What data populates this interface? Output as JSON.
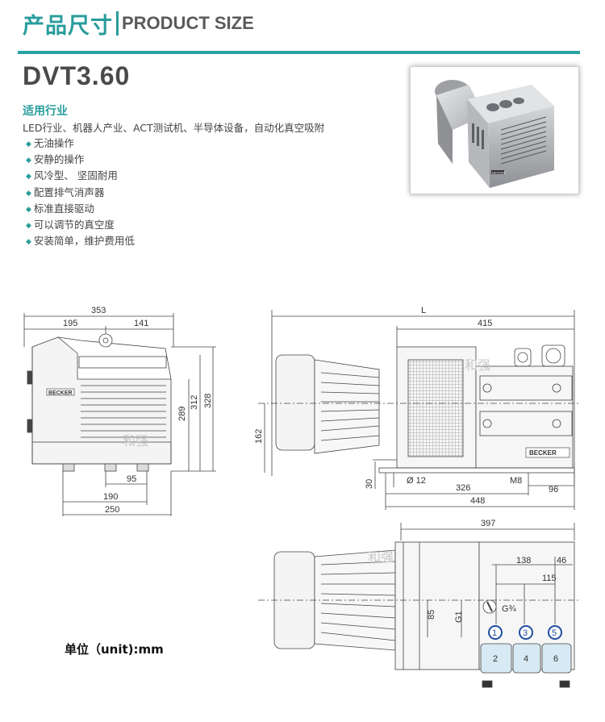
{
  "header": {
    "title_cn": "产品尺寸",
    "title_en": "PRODUCT SIZE"
  },
  "model": "DVT3.60",
  "industry": {
    "title": "适用行业",
    "text": "LED行业、机器人产业、ACT测试机、半导体设备，自动化真空吸附"
  },
  "features": [
    "无油操作",
    "安静的操作",
    "风冷型、 坚固耐用",
    "配置排气消声器",
    "标准直接驱动",
    "可以调节的真空度",
    "安装简单，维护费用低"
  ],
  "photo": {
    "brand": "BECKER"
  },
  "drawing_side": {
    "brand": "BECKER",
    "dims": {
      "overall_width": "353",
      "left_part": "195",
      "right_part": "141",
      "h1": "289",
      "h2": "312",
      "h3": "328",
      "foot_a": "95",
      "foot_b": "190",
      "base": "250"
    }
  },
  "drawing_front": {
    "brand": "BECKER",
    "dims": {
      "length": "L",
      "housing": "415",
      "axis_height": "162",
      "foot_height": "30",
      "hole": "Ø 12",
      "foot_spacing": "326",
      "thread": "M8",
      "end_offset": "96",
      "base_length": "448"
    }
  },
  "drawing_top": {
    "dims": {
      "housing": "397",
      "port_spacing": "138",
      "port_edge": "46",
      "port_offset": "115",
      "port_depth": "85",
      "thread_g1": "G1",
      "thread_g34": "G¾"
    },
    "ports_top": [
      "1",
      "3",
      "5"
    ],
    "ports_bottom": [
      "2",
      "4",
      "6"
    ]
  },
  "watermark": "和强",
  "unit_label": "单位（unit):mm"
}
